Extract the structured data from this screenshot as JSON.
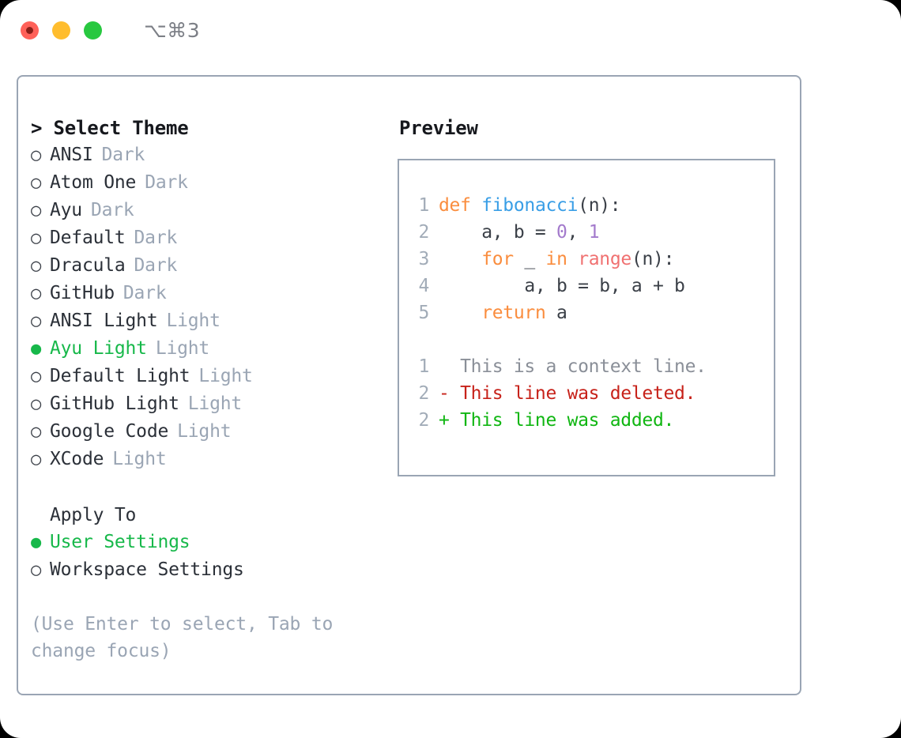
{
  "window": {
    "title": "⌥⌘3",
    "traffic_lights": [
      "close",
      "minimize",
      "zoom"
    ]
  },
  "theme_section": {
    "heading": "> Select Theme",
    "markers": {
      "selected": "●",
      "unselected": "○"
    },
    "selected_color": "#17b84a",
    "items": [
      {
        "name": "ANSI",
        "variant": "Dark",
        "selected": false
      },
      {
        "name": "Atom One",
        "variant": "Dark",
        "selected": false
      },
      {
        "name": "Ayu",
        "variant": "Dark",
        "selected": false
      },
      {
        "name": "Default",
        "variant": "Dark",
        "selected": false
      },
      {
        "name": "Dracula",
        "variant": "Dark",
        "selected": false
      },
      {
        "name": "GitHub",
        "variant": "Dark",
        "selected": false
      },
      {
        "name": "ANSI Light",
        "variant": "Light",
        "selected": false
      },
      {
        "name": "Ayu Light",
        "variant": "Light",
        "selected": true
      },
      {
        "name": "Default Light",
        "variant": "Light",
        "selected": false
      },
      {
        "name": "GitHub Light",
        "variant": "Light",
        "selected": false
      },
      {
        "name": "Google Code",
        "variant": "Light",
        "selected": false
      },
      {
        "name": "XCode",
        "variant": "Light",
        "selected": false
      }
    ]
  },
  "apply_section": {
    "heading": "Apply To",
    "items": [
      {
        "label": "User Settings",
        "selected": true
      },
      {
        "label": "Workspace Settings",
        "selected": false
      }
    ]
  },
  "hint": "(Use Enter to select, Tab to change focus)",
  "preview": {
    "heading": "Preview",
    "code_lines": [
      {
        "no": "1",
        "tokens": [
          {
            "t": "def ",
            "c": "kw"
          },
          {
            "t": "fibonacci",
            "c": "fn"
          },
          {
            "t": "(n):",
            "c": "plain"
          }
        ]
      },
      {
        "no": "2",
        "tokens": [
          {
            "t": "    a, b = ",
            "c": "plain"
          },
          {
            "t": "0",
            "c": "num"
          },
          {
            "t": ", ",
            "c": "plain"
          },
          {
            "t": "1",
            "c": "num"
          }
        ]
      },
      {
        "no": "3",
        "tokens": [
          {
            "t": "    ",
            "c": "plain"
          },
          {
            "t": "for",
            "c": "kw"
          },
          {
            "t": " _ ",
            "c": "plain"
          },
          {
            "t": "in",
            "c": "kw"
          },
          {
            "t": " ",
            "c": "plain"
          },
          {
            "t": "range",
            "c": "call"
          },
          {
            "t": "(n):",
            "c": "plain"
          }
        ]
      },
      {
        "no": "4",
        "tokens": [
          {
            "t": "        a, b = b, a + b",
            "c": "plain"
          }
        ]
      },
      {
        "no": "5",
        "tokens": [
          {
            "t": "    ",
            "c": "plain"
          },
          {
            "t": "return",
            "c": "kw"
          },
          {
            "t": " a",
            "c": "plain"
          }
        ]
      }
    ],
    "diff_lines": [
      {
        "no": "1",
        "sign": " ",
        "text": "This is a context line.",
        "kind": "ctx"
      },
      {
        "no": "2",
        "sign": "-",
        "text": "This line was deleted.",
        "kind": "del"
      },
      {
        "no": "2",
        "sign": "+",
        "text": "This line was added.",
        "kind": "add"
      }
    ]
  },
  "colors": {
    "keyword": "#fa8d3e",
    "function": "#399ee6",
    "number": "#a37acc",
    "call": "#f07171",
    "diff_context": "#8a8f98",
    "diff_deleted": "#c7221a",
    "diff_added": "#10b612",
    "border": "#9aa5b4",
    "muted": "#9aa5b4"
  }
}
